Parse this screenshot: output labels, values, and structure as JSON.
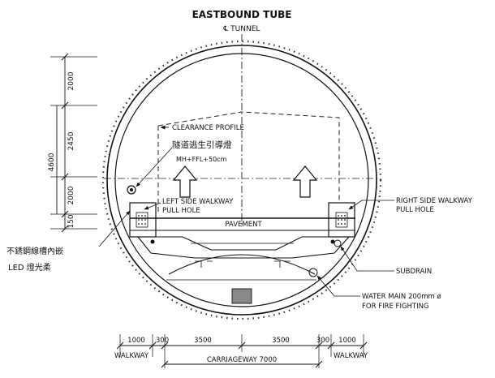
{
  "title": "EASTBOUND TUBE",
  "centerline": "℄ TUNNEL",
  "callouts": {
    "clearance_profile": "CLEARANCE PROFILE",
    "escape_sign_cn": "隧道逃生引導燈",
    "escape_sign_height": "MH+FFL+50cm",
    "left_walkway_line1": "LEFT SIDE WALKWAY",
    "left_walkway_line2": "PULL HOLE",
    "right_walkway_line1": "RIGHT SIDE WALKWAY",
    "right_walkway_line2": "PULL HOLE",
    "pavement": "PAVEMENT",
    "led_cn_line1": "不銹鋼線槽內嵌",
    "led_cn_line2": "LED 燈光柔",
    "subdrain": "SUBDRAIN",
    "water_main_line1": "WATER MAIN 200mm ø",
    "water_main_line2": "FOR FIRE FIGHTING"
  },
  "vertical_dims": [
    "2000",
    "2450",
    "4600",
    "2000",
    "150"
  ],
  "bottom_dims": {
    "left_walkway": "1000",
    "left_offset": "300",
    "left_lane": "3500",
    "right_lane": "3500",
    "right_offset": "300",
    "right_walkway": "1000",
    "walkway_left": "WALKWAY",
    "walkway_right": "WALKWAY",
    "carriageway": "CARRIAGEWAY 7000"
  }
}
